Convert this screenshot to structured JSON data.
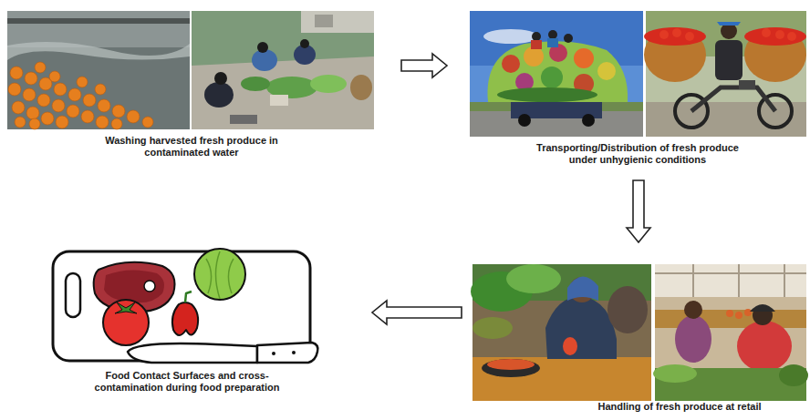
{
  "diagram": {
    "nodes": [
      {
        "text": [
          "Washing harvested fresh produce in contaminated water"
        ]
      },
      {
        "text": [
          "Transporting/Distribution of fresh produce under unhygienic conditions"
        ]
      },
      {
        "text": [
          "Handling of fresh produce at retail"
        ]
      },
      {
        "text": [
          "Food Contact Surfaces and cross-contamination during food preparation"
        ]
      }
    ],
    "edges": [
      {
        "from": 0,
        "to": 1,
        "arrow": "to"
      },
      {
        "from": 1,
        "to": 2,
        "arrow": "to"
      },
      {
        "from": 2,
        "to": 3,
        "arrow": "to"
      }
    ]
  }
}
